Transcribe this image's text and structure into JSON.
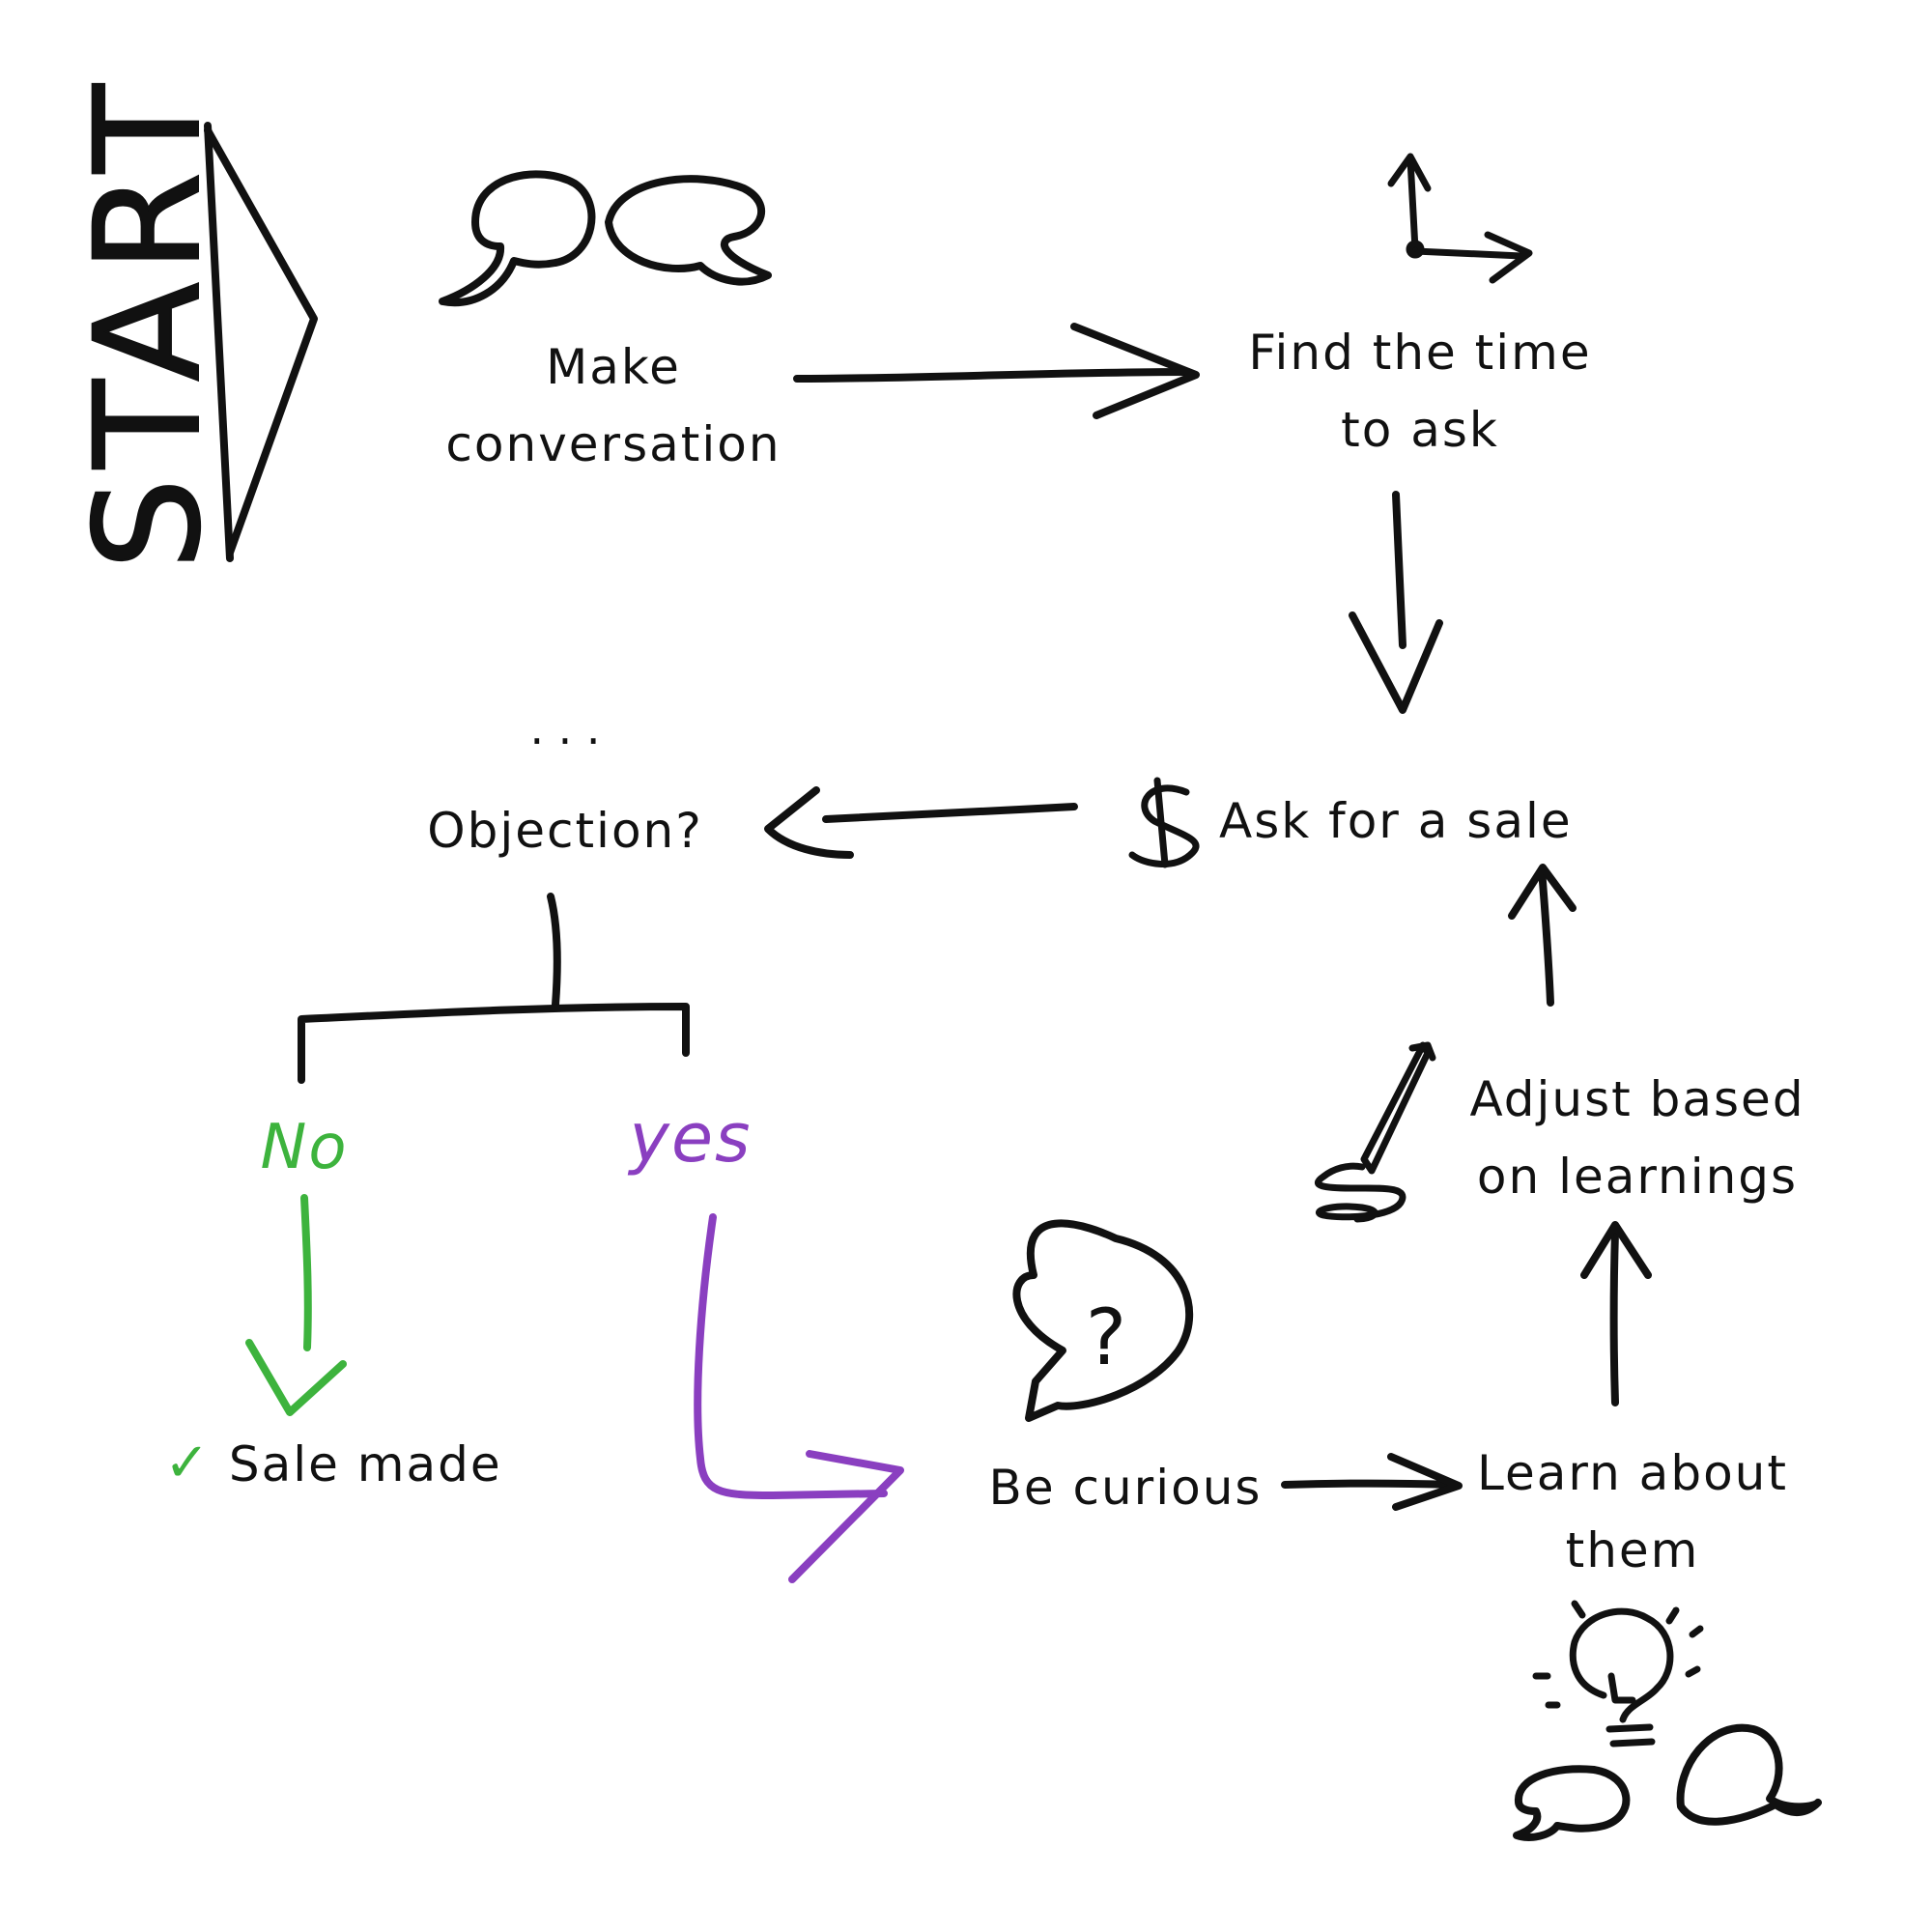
{
  "start_label": "START",
  "colors": {
    "ink": "#111111",
    "no": "#3db33d",
    "yes": "#8a3fc0"
  },
  "nodes": {
    "make_conversation": [
      "Make",
      "conversation"
    ],
    "find_time": [
      "Find the time",
      "to ask"
    ],
    "ask_sale": "Ask for a sale",
    "dollar": "$",
    "ellipsis": ". . .",
    "objection": "Objection?",
    "no": "No",
    "yes": "yes",
    "sale_made_check": "✓",
    "sale_made": "Sale made",
    "be_curious": "Be curious",
    "learn_about": [
      "Learn about",
      "them"
    ],
    "adjust": [
      "Adjust based",
      "on learnings"
    ],
    "question_mark": "?"
  },
  "icons": [
    "arrow-start-icon",
    "speech-bubbles-icon",
    "axes-arrows-icon",
    "dollar-icon",
    "question-bubble-icon",
    "pen-icon",
    "lightbulb-icon",
    "speech-bubbles-bottom-icon"
  ]
}
